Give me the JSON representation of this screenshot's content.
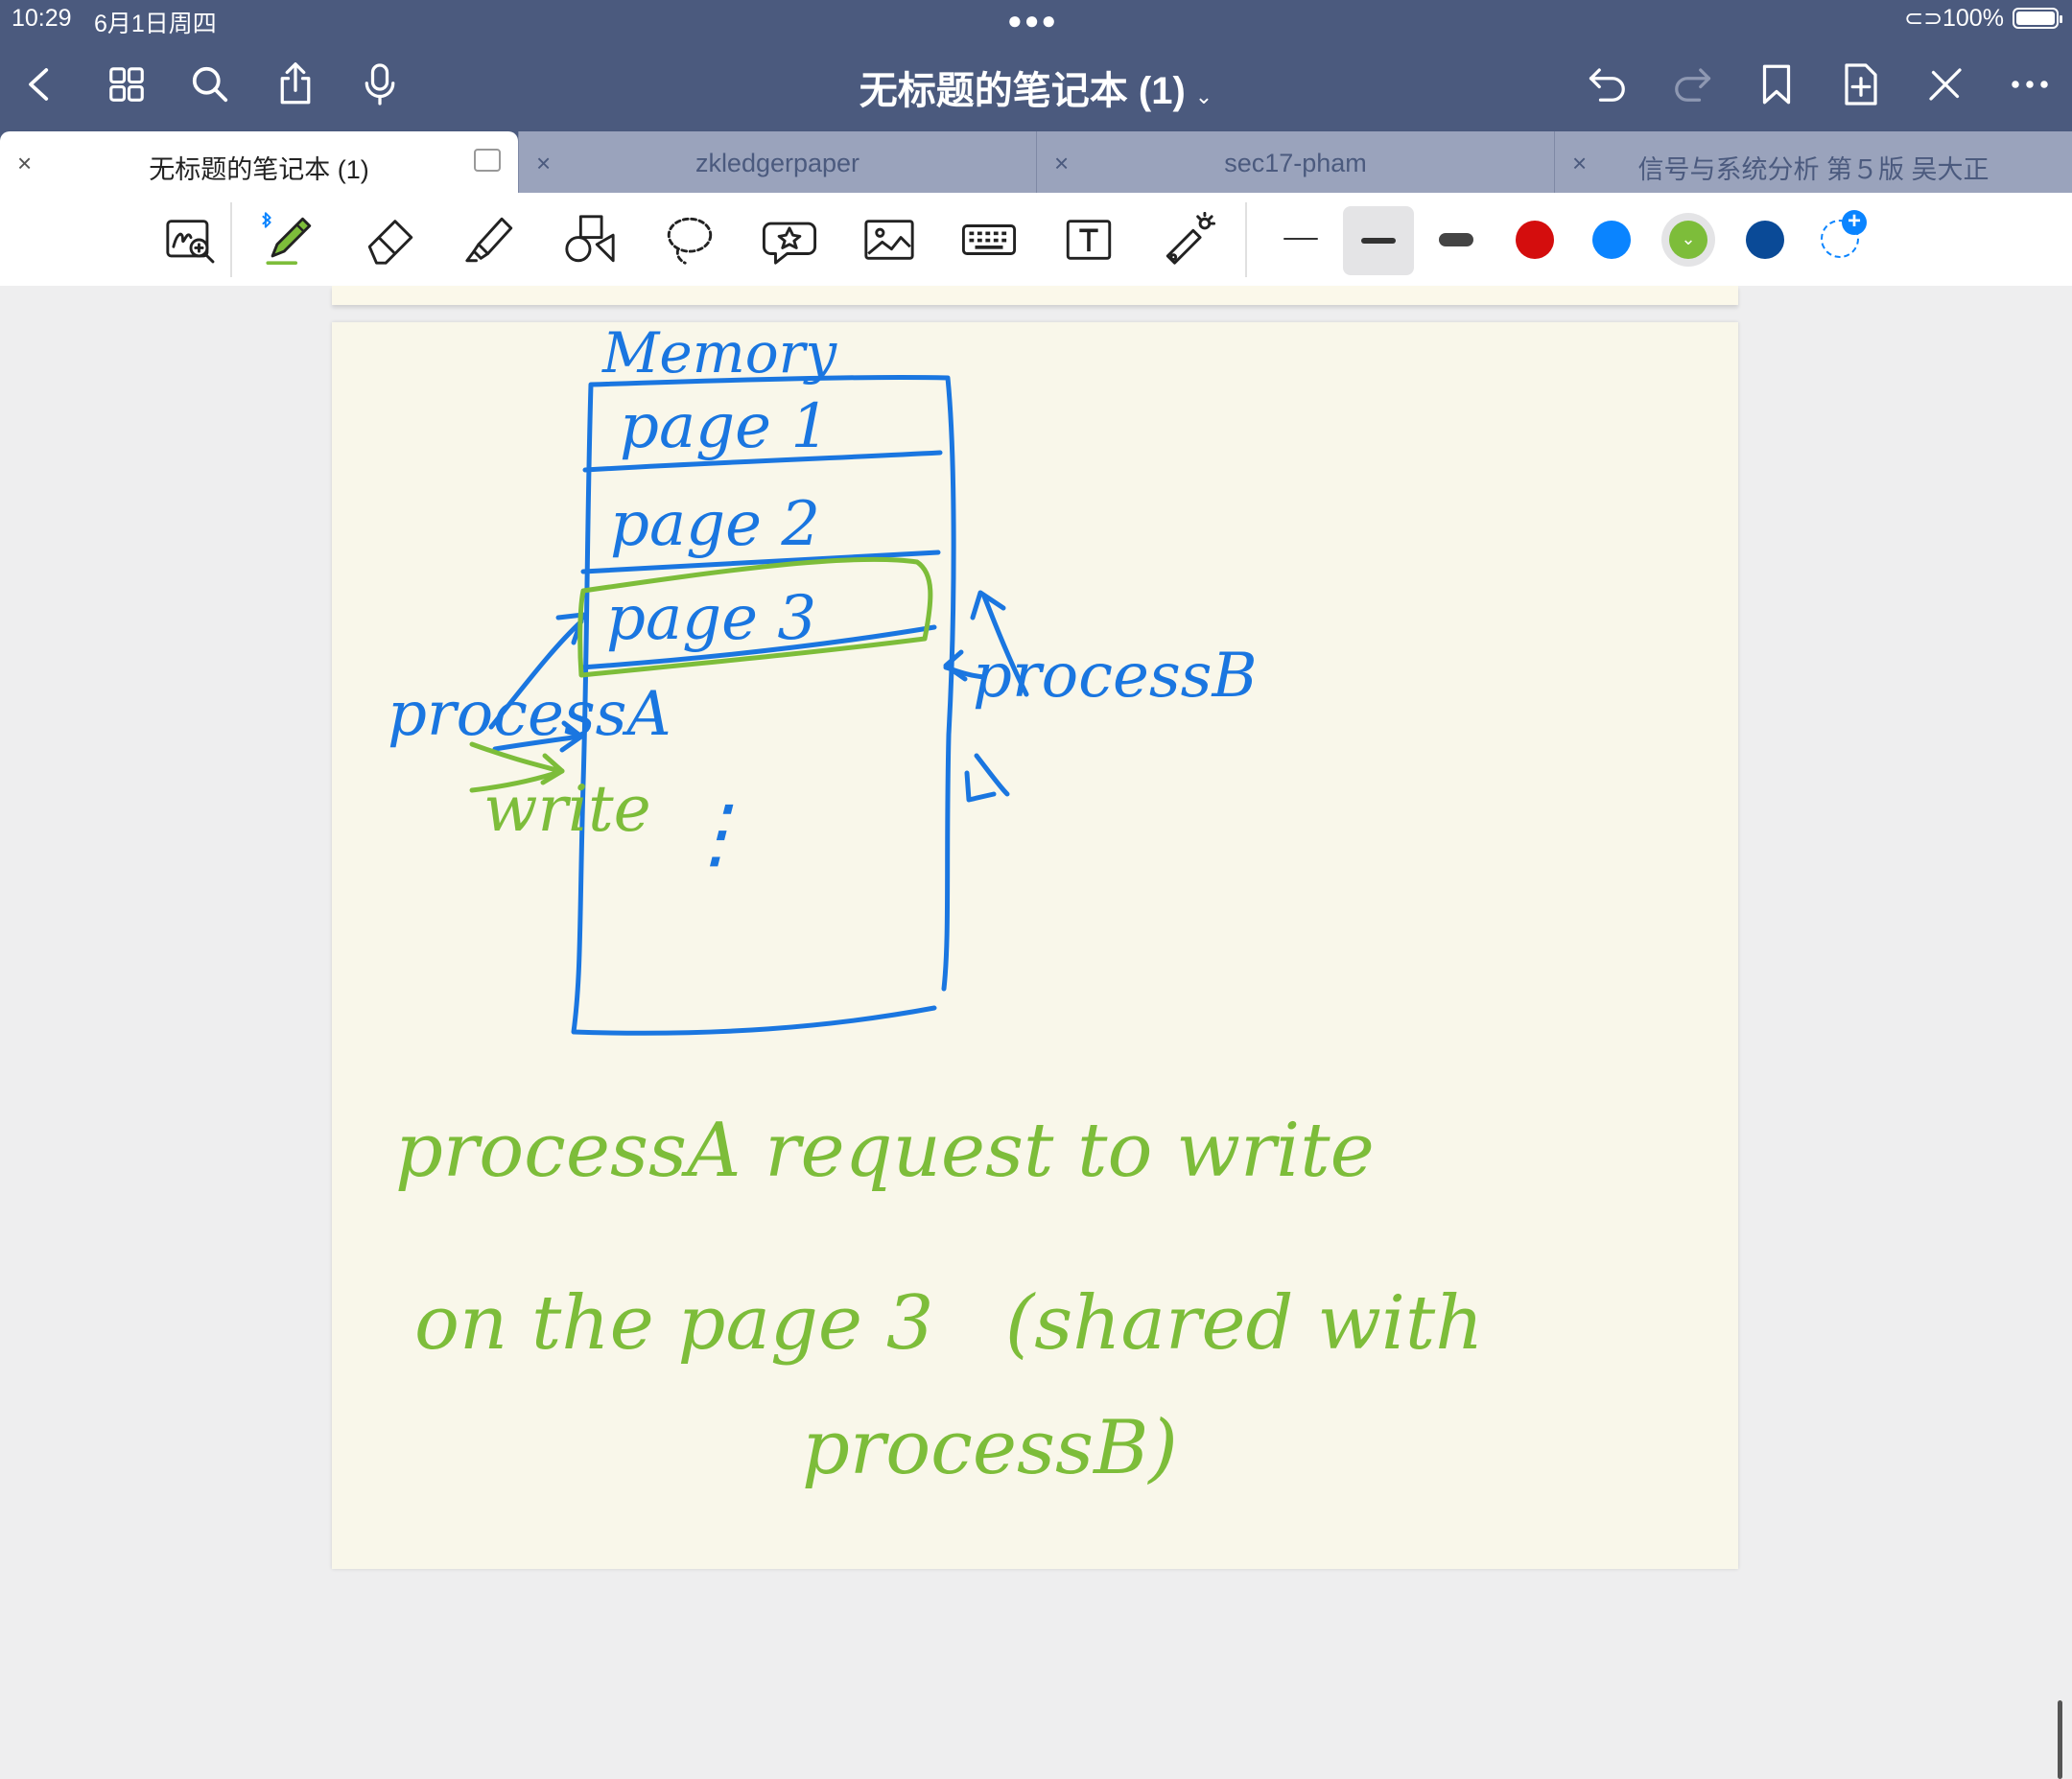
{
  "status": {
    "time": "10:29",
    "date": "6月1日周四",
    "battery": "100%"
  },
  "navbar": {
    "title": "无标题的笔记本 (1)",
    "chevron": "⌄"
  },
  "tabs": [
    {
      "label": "无标题的笔记本 (1)",
      "active": true
    },
    {
      "label": "zkledgerpaper",
      "active": false
    },
    {
      "label": "sec17-pham",
      "active": false
    },
    {
      "label": "信号与系统分析 第５版 吴大正",
      "active": false
    }
  ],
  "tab_close": "×",
  "colors": {
    "header_bg": "#4b5a7e",
    "ink_blue": "#1a76e0",
    "ink_green": "#7dbd3a",
    "palette": [
      "#d40d0d",
      "#0a84ff",
      "#7dbd3a",
      "#0a4a97"
    ]
  },
  "icons": {
    "navbar": [
      "back-icon",
      "grid-icon",
      "search-icon",
      "share-icon",
      "microphone-icon",
      "undo-icon",
      "redo-icon",
      "bookmark-icon",
      "add-page-icon",
      "close-pen-icon",
      "more-icon"
    ],
    "tools": [
      "zoom-window-icon",
      "pen-icon",
      "eraser-icon",
      "highlighter-icon",
      "shapes-icon",
      "lasso-icon",
      "sticker-icon",
      "image-icon",
      "keyboard-icon",
      "text-box-icon",
      "laser-pointer-icon"
    ]
  },
  "handwriting": {
    "memory": "Memory",
    "page1": "page 1",
    "page2": "page 2",
    "page3": "page 3",
    "processA": "processA",
    "processB": "processB",
    "write": "write",
    "dots": "⋮",
    "note_line1": "processA request to write",
    "note_line2": "on the page 3   (shared with",
    "note_line3": "processB)"
  }
}
